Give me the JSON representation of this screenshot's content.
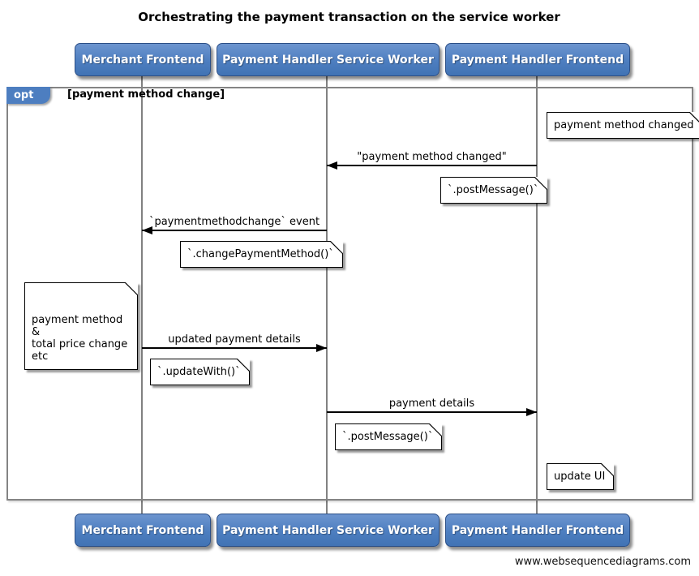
{
  "title": "Orchestrating the payment transaction on the service worker",
  "actors": {
    "merchant": "Merchant Frontend",
    "service_worker": "Payment Handler Service Worker",
    "frontend": "Payment Handler Frontend"
  },
  "frame": {
    "operator": "opt",
    "guard": "[payment method change]"
  },
  "messages": [
    {
      "label": "\"payment method changed\"",
      "from": "Payment Handler Frontend",
      "to": "Payment Handler Service Worker",
      "direction": "left"
    },
    {
      "label": "`paymentmethodchange` event",
      "from": "Payment Handler Service Worker",
      "to": "Merchant Frontend",
      "direction": "left"
    },
    {
      "label": "updated payment details",
      "from": "Merchant Frontend",
      "to": "Payment Handler Service Worker",
      "direction": "right"
    },
    {
      "label": "payment details",
      "from": "Payment Handler Service Worker",
      "to": "Payment Handler Frontend",
      "direction": "right"
    }
  ],
  "notes": [
    {
      "text": "payment method changed",
      "over": "Payment Handler Frontend"
    },
    {
      "text": "`.postMessage()`",
      "over": "Payment Handler Service Worker"
    },
    {
      "text": "`.changePaymentMethod()`",
      "over": "Merchant Frontend"
    },
    {
      "text": "payment method &\ntotal price change etc",
      "over": "Merchant Frontend"
    },
    {
      "text": "`.updateWith()`",
      "over": "Merchant Frontend"
    },
    {
      "text": "`.postMessage()`",
      "over": "Payment Handler Service Worker"
    },
    {
      "text": "update UI",
      "over": "Payment Handler Frontend"
    }
  ],
  "footer": "www.websequencediagrams.com",
  "colors": {
    "actor_fill": "#4d7ec0",
    "actor_border": "#2c4f86",
    "actor_text": "#ffffff",
    "lifeline": "#818181",
    "frame_border": "#848484",
    "message_line": "#000000",
    "note_fill": "#ffffff",
    "note_border": "#000000",
    "background": "#ffffff"
  }
}
